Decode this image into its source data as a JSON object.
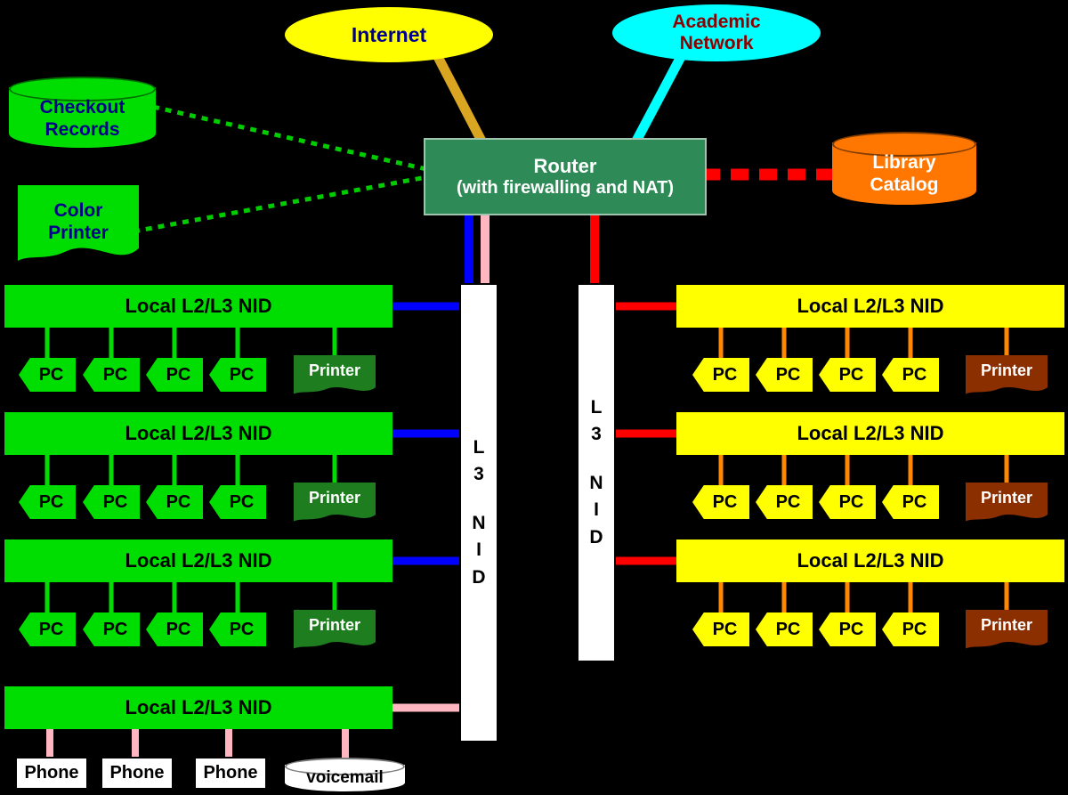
{
  "external": {
    "internet": "Internet",
    "academic_network": "Academic Network"
  },
  "servers": {
    "checkout_records": "Checkout Records",
    "color_printer": "Color Printer",
    "library_catalog": "Library Catalog"
  },
  "router": {
    "line1": "Router",
    "line2": "(with firewalling and NAT)"
  },
  "backbones": {
    "left": [
      "L",
      "3",
      "N",
      "I",
      "D"
    ],
    "right": [
      "L",
      "3",
      "N",
      "I",
      "D"
    ]
  },
  "left_network": {
    "segments": [
      {
        "nid": "Local L2/L3 NID",
        "pcs": [
          "PC",
          "PC",
          "PC",
          "PC"
        ],
        "printer": "Printer"
      },
      {
        "nid": "Local L2/L3 NID",
        "pcs": [
          "PC",
          "PC",
          "PC",
          "PC"
        ],
        "printer": "Printer"
      },
      {
        "nid": "Local L2/L3 NID",
        "pcs": [
          "PC",
          "PC",
          "PC",
          "PC"
        ],
        "printer": "Printer"
      }
    ],
    "phone_segment": {
      "nid": "Local L2/L3 NID",
      "phones": [
        "Phone",
        "Phone",
        "Phone"
      ],
      "voicemail": "voicemail"
    }
  },
  "right_network": {
    "segments": [
      {
        "nid": "Local L2/L3 NID",
        "pcs": [
          "PC",
          "PC",
          "PC",
          "PC"
        ],
        "printer": "Printer"
      },
      {
        "nid": "Local L2/L3 NID",
        "pcs": [
          "PC",
          "PC",
          "PC",
          "PC"
        ],
        "printer": "Printer"
      },
      {
        "nid": "Local L2/L3 NID",
        "pcs": [
          "PC",
          "PC",
          "PC",
          "PC"
        ],
        "printer": "Printer"
      }
    ]
  },
  "colors": {
    "background": "#000000",
    "left_lan_green": "#00dd00",
    "right_lan_yellow": "#ffff00",
    "router_green": "#2e8b57",
    "internet_yellow": "#ffff00",
    "academic_cyan": "#00ffff",
    "catalog_orange": "#ff7700",
    "left_printer_dark_green": "#1e7d1e",
    "right_printer_brown": "#8b2e00",
    "blue_link": "#0000ff",
    "red_link": "#ff0000",
    "pink_link": "#ffb6c1",
    "orange_link": "#ff8800",
    "green_dashed_link": "#00cc00",
    "internet_link_gold": "#daa520"
  }
}
